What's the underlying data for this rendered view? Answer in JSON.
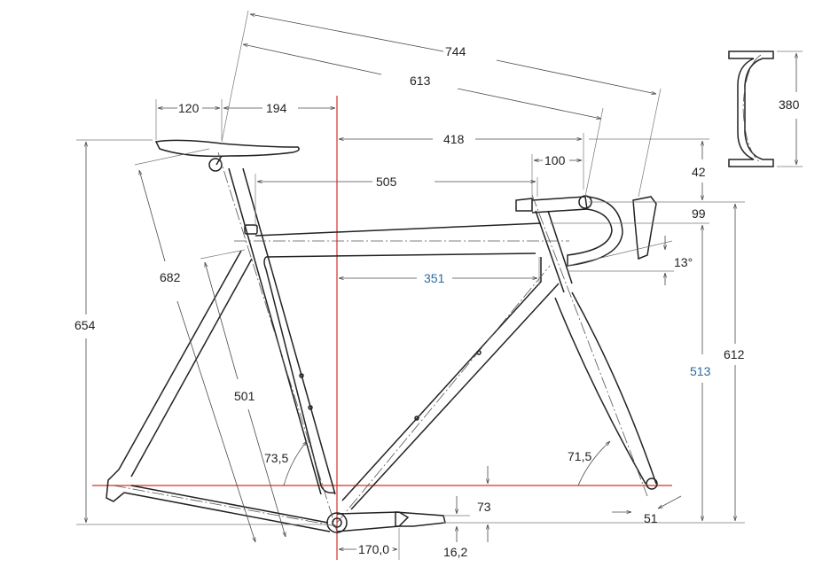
{
  "colors": {
    "line": "#222222",
    "dimension": "#4a4a4a",
    "reference": "#d4302a",
    "highlight_text": "#2c6aa0"
  },
  "dimensions": {
    "effective_top_tube_long": "744",
    "reach_diagonal": "613",
    "saddle_setback": "120",
    "saddle_to_bb": "194",
    "bb_to_bar": "418",
    "stem_length": "100",
    "stem_rise": "42",
    "bar_drop": "99",
    "seat_to_headset": "505",
    "stack_below_top_tube": "351",
    "saddle_height": "682",
    "bb_to_saddle_height": "654",
    "seat_tube": "501",
    "seat_angle": "73,5",
    "head_angle": "71,5",
    "handlebar_width": "380",
    "bar_angle": "13°",
    "headtube_height": "513",
    "stack_total": "612",
    "bb_drop": "73",
    "fork_offset": "51",
    "crank_length": "170,0",
    "pedal_offset": "16,2"
  }
}
